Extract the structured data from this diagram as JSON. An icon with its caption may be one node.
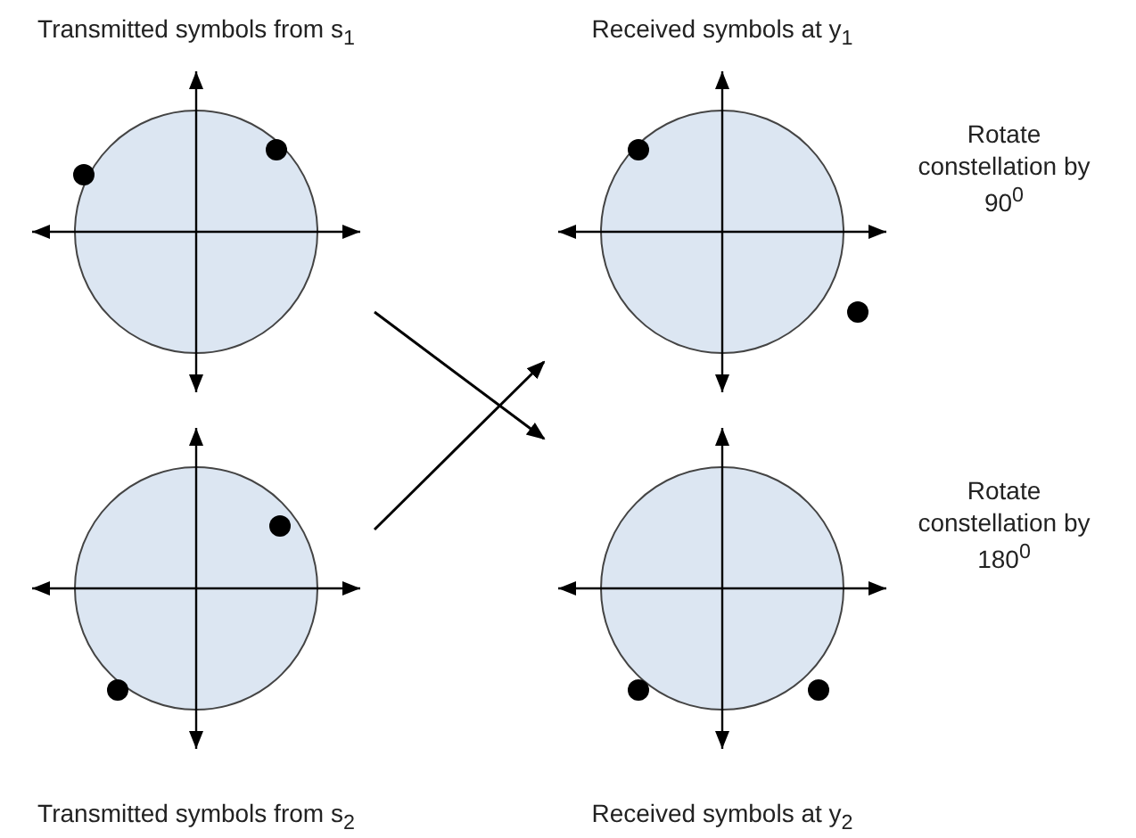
{
  "diagram": {
    "nodes": [
      {
        "text": [
          "Transmitted symbols from s$_{1}$"
        ]
      },
      {
        "text": [
          "Received symbols at y$_{1}$"
        ],
        "beside": [
          "Rotate constellation by 90$^{0}$"
        ]
      },
      {
        "text": [
          "Transmitted symbols from s$_{2}$"
        ]
      },
      {
        "text": [
          "Received symbols at y$_{2}$"
        ],
        "beside": [
          "Rotate constellation by 180$^{0}$"
        ]
      }
    ],
    "edges": [
      {
        "from": 0,
        "to": 3,
        "arrow": "to"
      },
      {
        "from": 2,
        "to": 1,
        "arrow": "to"
      }
    ]
  }
}
